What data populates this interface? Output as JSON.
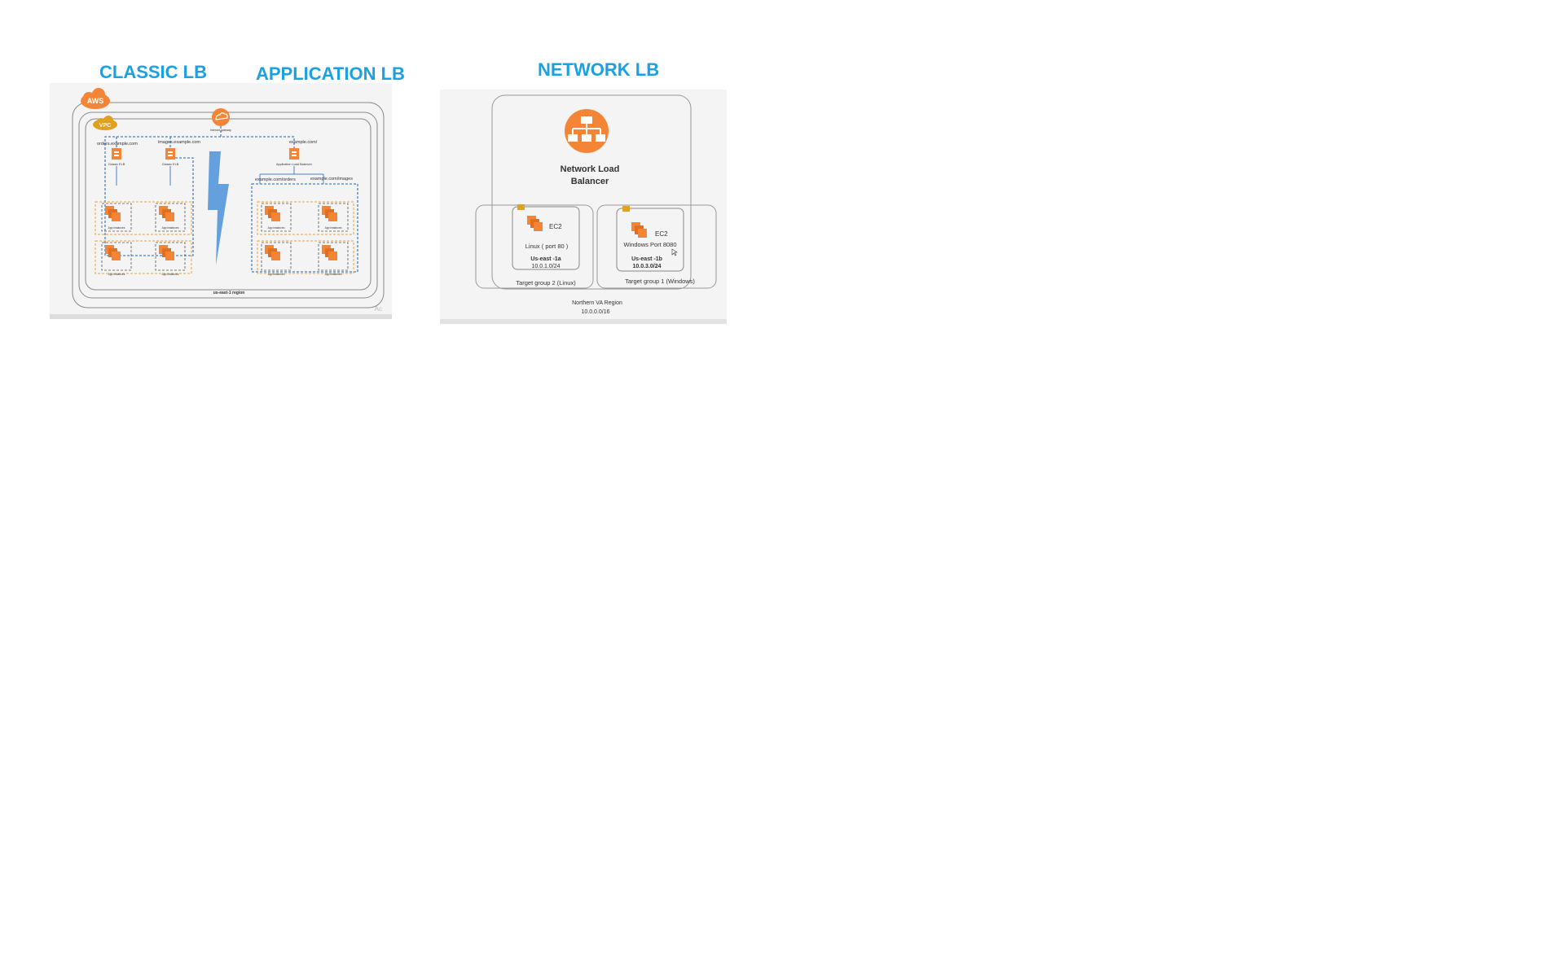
{
  "headings": {
    "classic": "CLASSIC LB",
    "application": "APPLICATION LB",
    "network": "NETWORK LB"
  },
  "colors": {
    "heading": "#1ba1e2",
    "aws_orange": "#f58536",
    "dash_blue": "#4a7fc1",
    "dash_orange": "#f0a030",
    "bolt_blue": "#4a90d9"
  },
  "left_diagram": {
    "aws_badge": "AWS",
    "vpc_badge": "VPC",
    "gateway_label": "Internet gateway",
    "url_orders": "orders.example.com",
    "url_images": "images.example.com",
    "url_root": "example.com/",
    "classic_elb_1": "Classic ELB",
    "classic_elb_2": "Classic ELB",
    "alb_label": "Application Load Balancer",
    "path_orders": "example.com/orders",
    "path_images": "example.com/images",
    "app_instances": "App instances",
    "region_label": "us-east-1 region",
    "watermark": "Ac"
  },
  "right_diagram": {
    "nlb_title_1": "Network Load",
    "nlb_title_2": "Balancer",
    "ec2_left": "EC2",
    "ec2_right": "EC2",
    "linux_label": "Linux ( port 80 )",
    "linux_az": "Us-east -1a",
    "linux_cidr": "10.0.1.0/24",
    "windows_label": "Windows Port 8080",
    "windows_az": "Us-east -1b",
    "windows_cidr": "10.0.3.0/24",
    "tg_linux": "Target group 2 (Linux)",
    "tg_windows": "Target group 1 (Windows)",
    "region_name": "Northern VA Region",
    "region_cidr": "10.0.0.0/16"
  }
}
